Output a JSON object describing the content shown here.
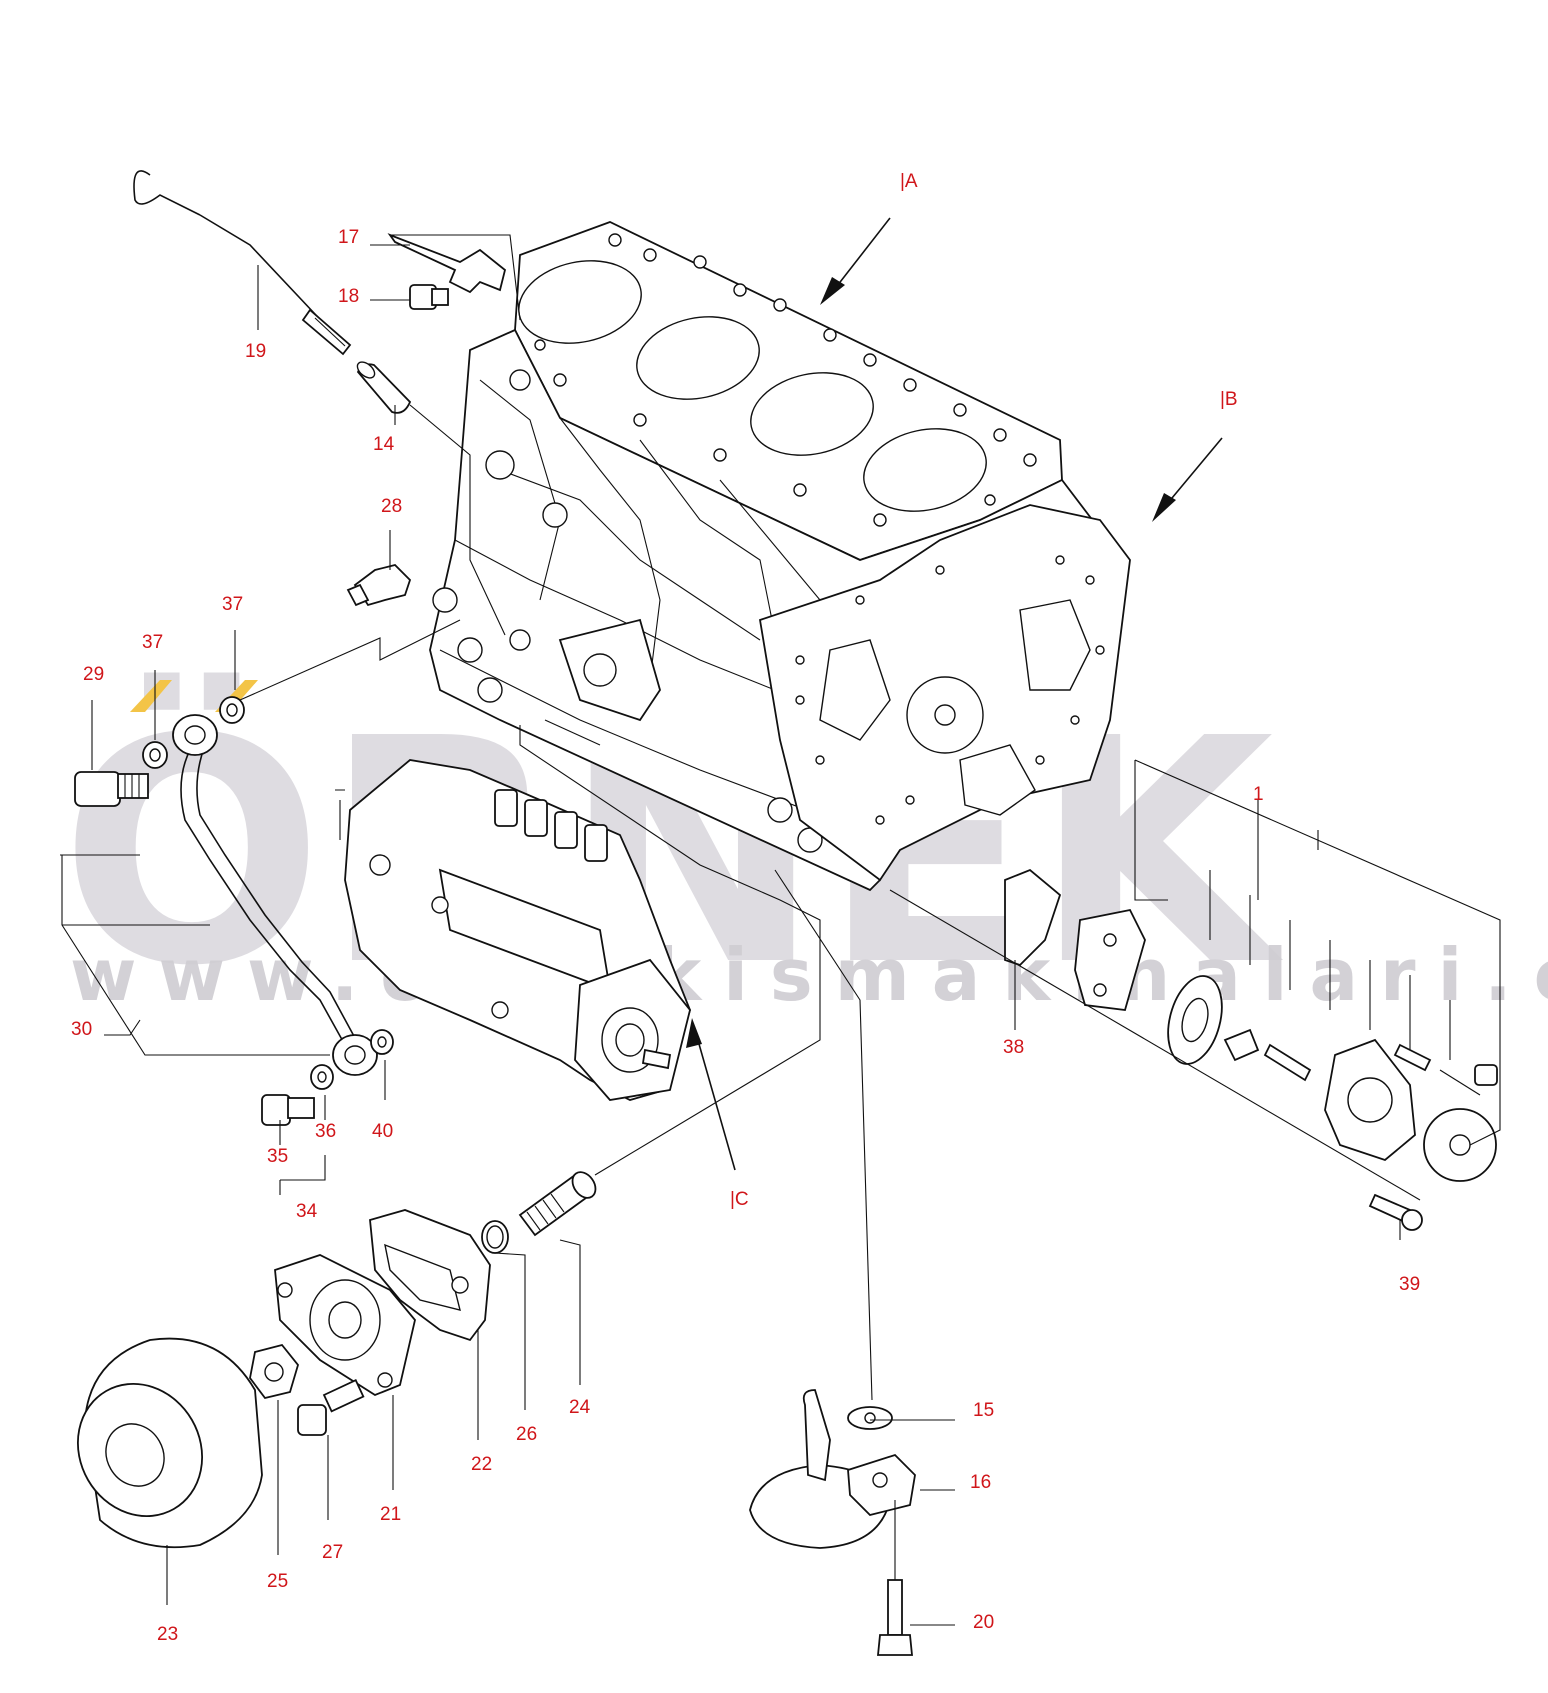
{
  "watermark": {
    "logo_text": "ÖRNEK",
    "url": "www.ornekismakinalari.com.tr",
    "accent_color": "#f3c447"
  },
  "view_labels": {
    "A": "|A",
    "B": "|B",
    "C": "|C"
  },
  "callouts": {
    "c1": "1",
    "c14": "14",
    "c15": "15",
    "c16": "16",
    "c17": "17",
    "c18": "18",
    "c19": "19",
    "c20": "20",
    "c21": "21",
    "c22": "22",
    "c23": "23",
    "c24": "24",
    "c25": "25",
    "c26": "26",
    "c27": "27",
    "c28": "28",
    "c29": "29",
    "c30": "30",
    "c34": "34",
    "c35": "35",
    "c36": "36",
    "c37a": "37",
    "c37b": "37",
    "c38": "38",
    "c39": "39",
    "c40": "40"
  },
  "colors": {
    "callout": "#d0161a",
    "line": "#111111"
  }
}
